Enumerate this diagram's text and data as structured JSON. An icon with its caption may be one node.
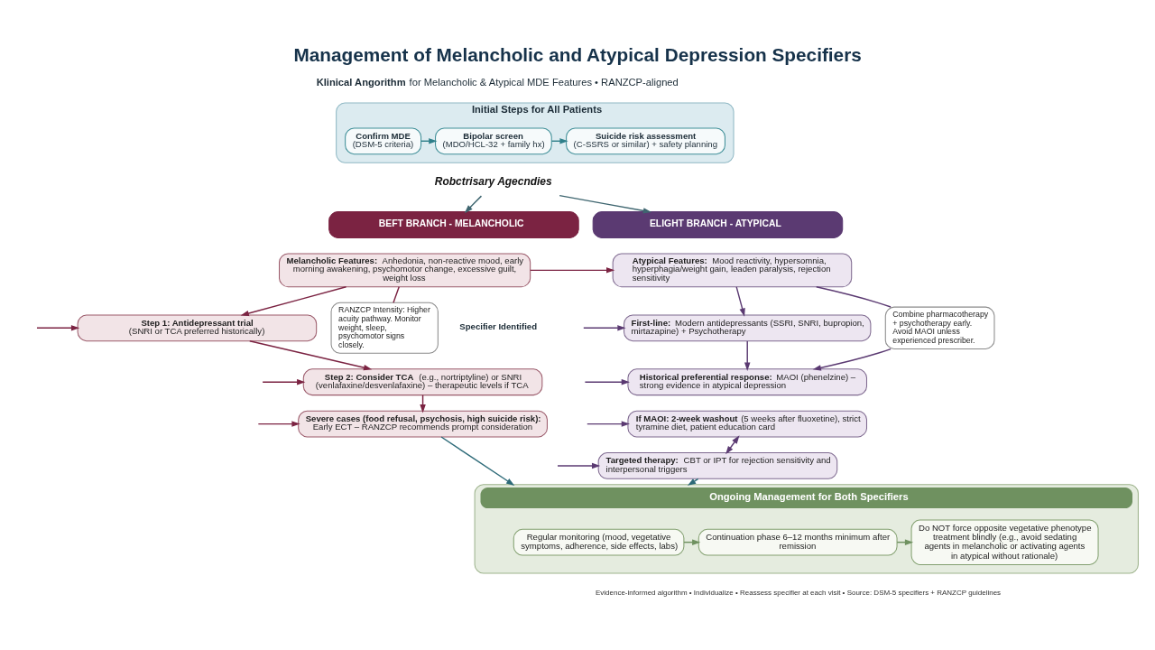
{
  "diagram": {
    "title": "Management of Melancholic and Atypical Depression Specifiers",
    "nodes": [
      {
        "text": [
          "Initial Steps for All Patients"
        ]
      },
      {
        "text": [
          "Confirm MDE",
          "(DSM-5 criteria)"
        ],
        "in": 0
      },
      {
        "text": [
          "Bipolar screen",
          "(MDO/HCL-32 + family hx)"
        ],
        "in": 0
      },
      {
        "text": [
          "Suicide risk assessment",
          "(C-SSRS or similar) + safety planning"
        ],
        "in": 0
      },
      {
        "text": [
          "Robctrisary Agecndies"
        ]
      },
      {
        "text": [
          "BEFT BRANCH - MELANCHOLIC"
        ]
      },
      {
        "text": [
          "ELIGHT BRANCH - ATYPICAL"
        ]
      },
      {
        "text": [
          "**Melancholic Features:** Anhedonia, non-reactive mood, early morning awakening, psychomotor change, excessive guilt, weight loss"
        ]
      },
      {
        "text": [
          "**Atypical Features:** Mood reactivity, hypersomnia, hyperphagia/weight gain, leaden paralysis, rejection sensitivity"
        ]
      },
      {
        "text": [
          "RANZCP Intensity: Higher acuity pathway. Monitor weight, sleep, psychomotor signs closely."
        ]
      },
      {
        "text": [
          "Combine pharmacotherapy + psychotherapy early. Avoid MAOI unless experienced prescriber."
        ]
      },
      {
        "text": [
          "Step 1: Antidepressant trial",
          "(SNRI or TCA preferred historically)"
        ]
      },
      {
        "text": [
          "**First-line:** Modern antidepressants (SSRI, SNRI, bupropion, mirtazapine) + Psychotherapy"
        ]
      },
      {
        "text": [
          "**Historical preferential response:** MAOI (phenelzine) – strong evidence in atypical depression"
        ]
      },
      {
        "text": [
          "**Step 2: Consider TCA** (e.g., nortriptyline) or SNRI (venlafaxine/desvenlafaxine) – therapeutic levels if TCA"
        ]
      },
      {
        "text": [
          "**If MAOI: 2-week washout** (5 weeks after fluoxetine), strict tyramine diet, patient education card"
        ]
      },
      {
        "text": [
          "Severe cases (food refusal, psychosis, high suicide risk):",
          "Early ECT – RANZCP recommends prompt consideration"
        ]
      },
      {
        "text": [
          "**Targeted therapy:** CBT or IPT for rejection sensitivity and interpersonal triggers"
        ]
      },
      {
        "text": [
          "Ongoing Management for Both Specifiers"
        ]
      },
      {
        "text": [
          "Regular monitoring (mood, vegetative symptoms, adherence, side effects, labs)"
        ],
        "in": 18
      },
      {
        "text": [
          "Continuation phase 6–12 months minimum after remission"
        ],
        "in": 18
      },
      {
        "text": [
          "Do NOT force opposite vegetative phenotype treatment blindly (e.g., avoid sedating agents in melancholic or activating agents in atypical without rationale)"
        ],
        "in": 18
      }
    ],
    "edges": [
      {
        "from": 1,
        "to": 2,
        "arrow": "to",
        "color": "#2f7f8a"
      },
      {
        "from": 2,
        "to": 3,
        "arrow": "to",
        "color": "#2f7f8a"
      },
      {
        "from": 4,
        "to": 5,
        "arrow": "to",
        "color": "#3f6670"
      },
      {
        "from": 4,
        "to": 6,
        "arrow": "to",
        "color": "#3f6670"
      },
      {
        "from": 7,
        "to": 8,
        "arrow": "to",
        "color": "#7b2342"
      },
      {
        "from": 7,
        "to": 9,
        "arrow": "none",
        "color": "#7b2342"
      },
      {
        "from": 7,
        "to": 11,
        "arrow": "to",
        "color": "#7b2342"
      },
      {
        "from": 11,
        "to": 14,
        "arrow": "to",
        "color": "#7b2342"
      },
      {
        "from": 14,
        "to": 16,
        "arrow": "to",
        "color": "#7b2342"
      },
      {
        "from": null,
        "to": 11,
        "arrow": "to",
        "color": "#7b2342"
      },
      {
        "from": null,
        "to": 14,
        "arrow": "to",
        "color": "#7b2342"
      },
      {
        "from": null,
        "to": 16,
        "arrow": "to",
        "color": "#7b2342"
      },
      {
        "from": 8,
        "to": 10,
        "arrow": "none"
      },
      {
        "from": 10,
        "to": 13,
        "arrow": "to"
      },
      {
        "from": 8,
        "to": 12,
        "arrow": "to"
      },
      {
        "from": 12,
        "to": 13,
        "arrow": "to"
      },
      {
        "from": null,
        "to": 12,
        "arrow": "to"
      },
      {
        "from": null,
        "to": 13,
        "arrow": "to"
      },
      {
        "from": null,
        "to": 15,
        "arrow": "to"
      },
      {
        "from": null,
        "to": 17,
        "arrow": "to"
      },
      {
        "from": 15,
        "to": 17,
        "arrow": "both"
      },
      {
        "from": 16,
        "to": 18,
        "arrow": "to",
        "color": "#2d6a78"
      },
      {
        "from": 17,
        "to": 18,
        "arrow": "to",
        "color": "#2d6a78"
      },
      {
        "from": 19,
        "to": 20,
        "arrow": "to",
        "color": "#6f9160"
      },
      {
        "from": 20,
        "to": 21,
        "arrow": "to",
        "color": "#6f9160"
      }
    ],
    "labels": [
      "**Klinical Angorithm** for Melancholic & Atypical MDE Features • RANZCP-aligned",
      "Specifier Identified",
      "Evidence-informed algorithm • Individualize • Reassess specifier at each visit • Source: DSM-5 specifiers + RANZCP guidelines"
    ]
  }
}
